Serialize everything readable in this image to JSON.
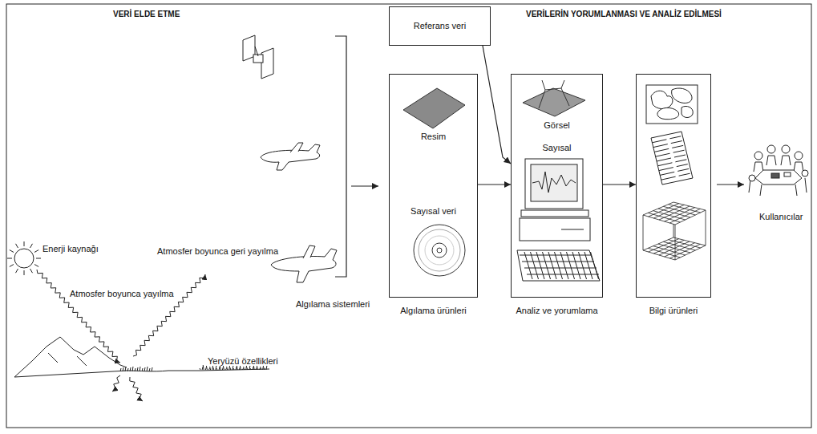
{
  "diagram": {
    "nodes": [
      {
        "text": [
          "Referans veri"
        ]
      },
      {
        "text": [
          "Resim",
          "Sayısal veri",
          "Algılama ürünleri"
        ]
      },
      {
        "text": [
          "Görsel",
          "Sayısal",
          "Analiz ve yorumlama"
        ]
      },
      {
        "text": [
          "Bilgi ürünleri"
        ]
      }
    ],
    "edges": [
      {
        "from": 1,
        "to": 2,
        "arrow": "to"
      },
      {
        "from": 2,
        "to": 3,
        "arrow": "to"
      },
      {
        "from": 0,
        "to": 2,
        "arrow": "to"
      }
    ],
    "labels": [
      "VERİ ELDE ETME",
      "VERİLERİN YORUMLANMASI VE ANALİZ EDİLMESİ",
      "Enerji kaynağı",
      "Atmosfer boyunca yayılma",
      "Atmosfer boyunca geri yayılma",
      "Yeryüzü özellikleri",
      "Algılama sistemleri",
      "Kullanıcılar"
    ]
  }
}
